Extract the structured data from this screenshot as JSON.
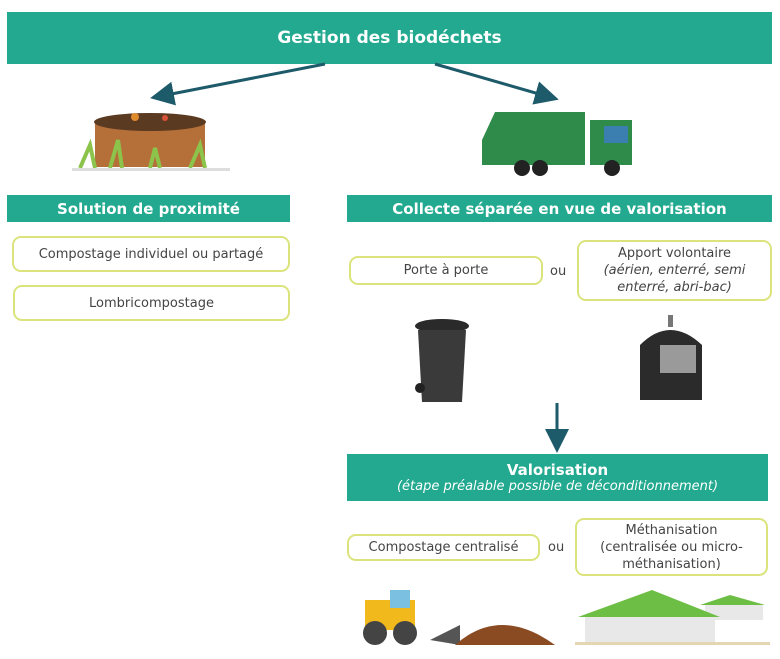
{
  "title": "Gestion des biodéchets",
  "left": {
    "header": "Solution de proximité",
    "items": [
      "Compostage individuel ou partagé",
      "Lombricompostage"
    ]
  },
  "right": {
    "header": "Collecte séparée en vue de valorisation",
    "option1": "Porte à porte",
    "or": "ou",
    "option2_title": "Apport volontaire",
    "option2_detail": "(aérien, enterré, semi enterré, abri-bac)"
  },
  "valorisation": {
    "header": "Valorisation",
    "subtitle": "(étape préalable possible de déconditionnement)",
    "option1": "Compostage centralisé",
    "or": "ou",
    "option2_title": "Méthanisation",
    "option2_detail": "(centralisée ou micro-méthanisation)"
  },
  "colors": {
    "teal": "#22a98f",
    "border": "#dbe47c",
    "arrow": "#1d5a6a"
  }
}
